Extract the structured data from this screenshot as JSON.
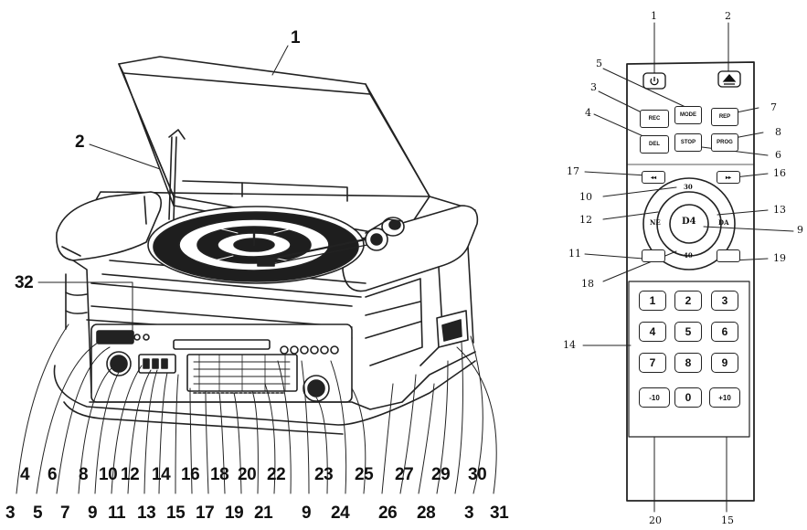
{
  "main_unit": {
    "top_labels": [
      "1",
      "2",
      "32"
    ],
    "bottom_row1": [
      "4",
      "6",
      "8",
      "10",
      "12",
      "14",
      "16",
      "18",
      "20",
      "22",
      "23",
      "25",
      "27",
      "29",
      "30"
    ],
    "bottom_row2": [
      "3",
      "5",
      "7",
      "9",
      "11",
      "13",
      "15",
      "17",
      "19",
      "21",
      "9",
      "24",
      "26",
      "28",
      "3",
      "31"
    ]
  },
  "remote": {
    "callouts": {
      "c1": "1",
      "c2": "2",
      "c5": "5",
      "c3": "3",
      "c4": "4",
      "c7": "7",
      "c8": "8",
      "c6": "6",
      "c17": "17",
      "c16": "16",
      "c10": "10",
      "c13": "13",
      "c12": "12",
      "c9": "9",
      "c11": "11",
      "c19": "19",
      "c18": "18",
      "c14": "14",
      "c20": "20",
      "c15": "15"
    },
    "buttons": {
      "mode": "MODE",
      "rep": "REP",
      "rec": "REC",
      "del": "DEL",
      "stop": "STOP",
      "prog": "PROG",
      "center": "D4",
      "up": "30",
      "left": "NE",
      "right": "DA",
      "down": "40"
    },
    "keypad": [
      "1",
      "2",
      "3",
      "4",
      "5",
      "6",
      "7",
      "8",
      "9",
      "-10",
      "0",
      "+10"
    ]
  }
}
